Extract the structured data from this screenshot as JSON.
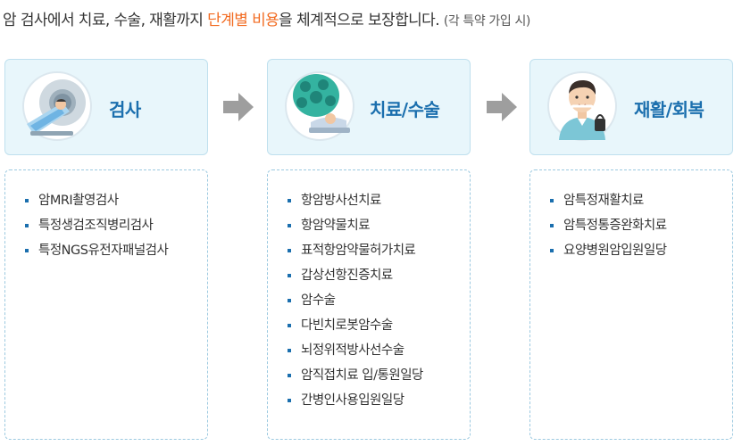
{
  "headline": {
    "part1": "암 검사에서 치료, 수술, 재활까지 ",
    "highlight": "단계별 비용",
    "part2": "을 체계적으로 보장합니다. ",
    "note": "(각 특약 가입 시)"
  },
  "stages": [
    {
      "title": "검사",
      "icon": "mri-scan-icon",
      "items": [
        "암MRI촬영검사",
        "특정생검조직병리검사",
        "특정NGS유전자패널검사"
      ]
    },
    {
      "title": "치료/수술",
      "icon": "surgery-light-icon",
      "items": [
        "항암방사선치료",
        "항암약물치료",
        "표적항암약물허가치료",
        "갑상선항진증치료",
        "암수술",
        "다빈치로봇암수술",
        "뇌정위적방사선수술",
        "암직접치료 입/통원일당",
        "간병인사용입원일당"
      ]
    },
    {
      "title": "재활/회복",
      "icon": "rehab-patient-icon",
      "items": [
        "암특정재활치료",
        "암특정통증완화치료",
        "요양병원암입원일당"
      ]
    }
  ],
  "colors": {
    "accent": "#f26b21",
    "title_blue": "#1b6fae",
    "card_bg": "#e8f6fb"
  }
}
